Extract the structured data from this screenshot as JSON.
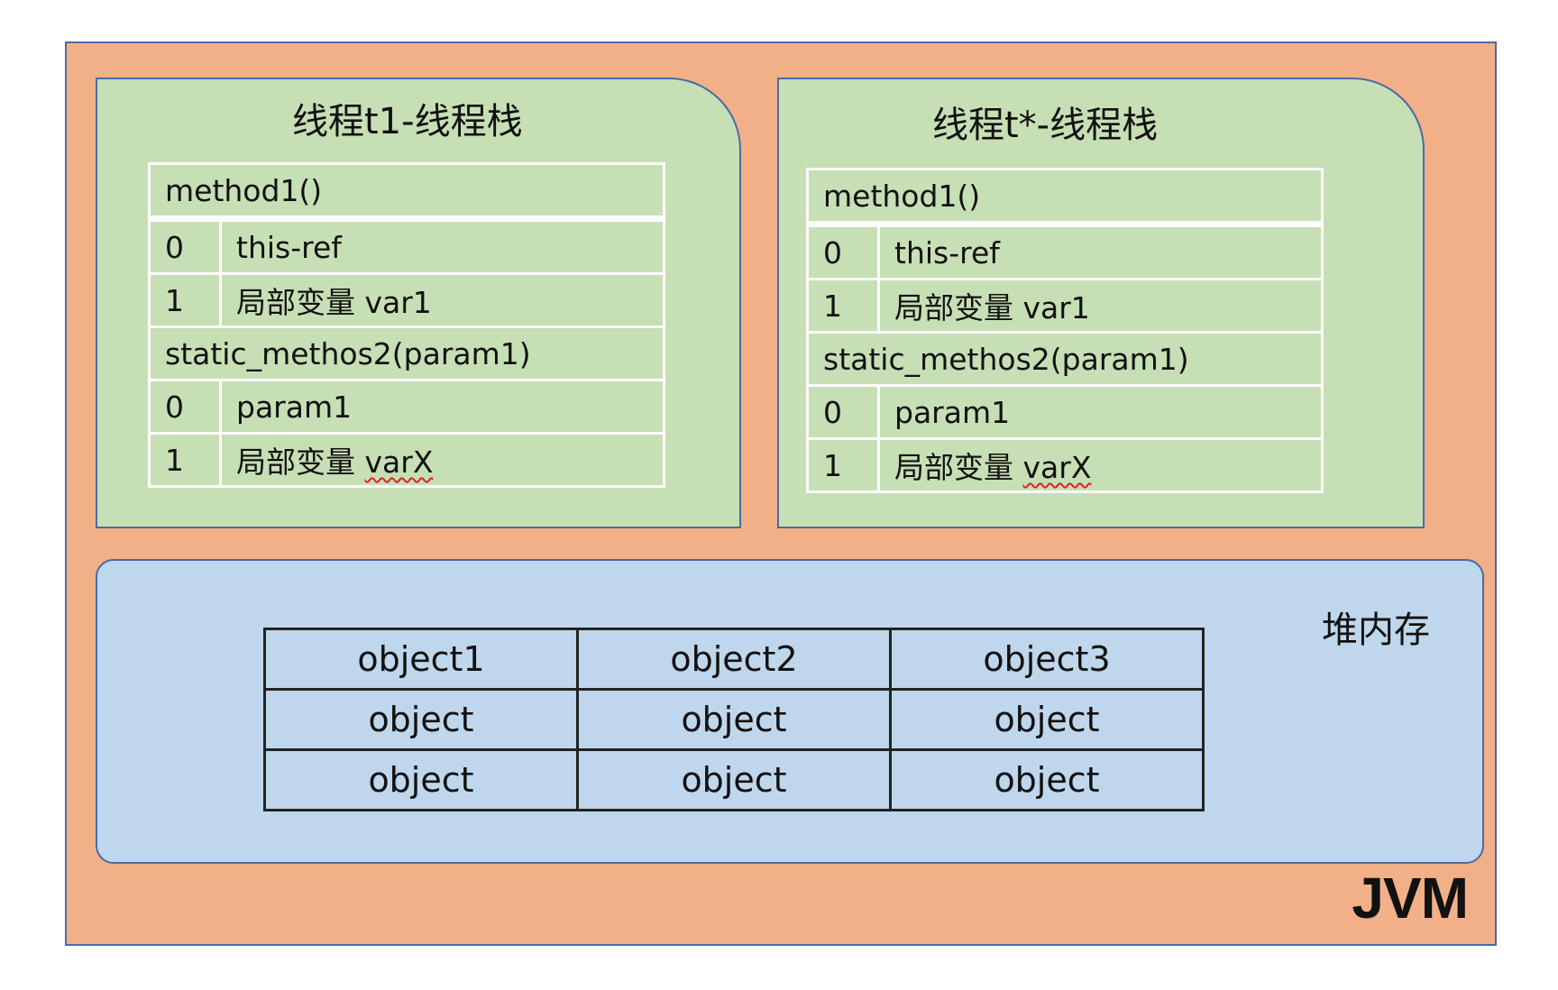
{
  "colors": {
    "jvm_bg": "#f2b088",
    "stack_bg": "#c7dfb5",
    "heap_bg": "#bfd7ec",
    "border": "#4a6aa8"
  },
  "jvm": {
    "label": "JVM"
  },
  "stacks": [
    {
      "title": "线程t1-线程栈",
      "frames": [
        {
          "method": "method1()",
          "slots": [
            {
              "index": "0",
              "value": "this-ref"
            },
            {
              "index": "1",
              "value": "局部变量 var1"
            }
          ]
        },
        {
          "method": "static_methos2(param1)",
          "slots": [
            {
              "index": "0",
              "value": "param1"
            },
            {
              "index": "1",
              "value_prefix": "局部变量 ",
              "value_word": "varX"
            }
          ]
        }
      ]
    },
    {
      "title": "线程t*-线程栈",
      "frames": [
        {
          "method": "method1()",
          "slots": [
            {
              "index": "0",
              "value": "this-ref"
            },
            {
              "index": "1",
              "value": "局部变量 var1"
            }
          ]
        },
        {
          "method": "static_methos2(param1)",
          "slots": [
            {
              "index": "0",
              "value": "param1"
            },
            {
              "index": "1",
              "value_prefix": "局部变量 ",
              "value_word": "varX"
            }
          ]
        }
      ]
    }
  ],
  "heap": {
    "title": "堆内存",
    "rows": [
      [
        "object1",
        "object2",
        "object3"
      ],
      [
        "object",
        "object",
        "object"
      ],
      [
        "object",
        "object",
        "object"
      ]
    ]
  }
}
